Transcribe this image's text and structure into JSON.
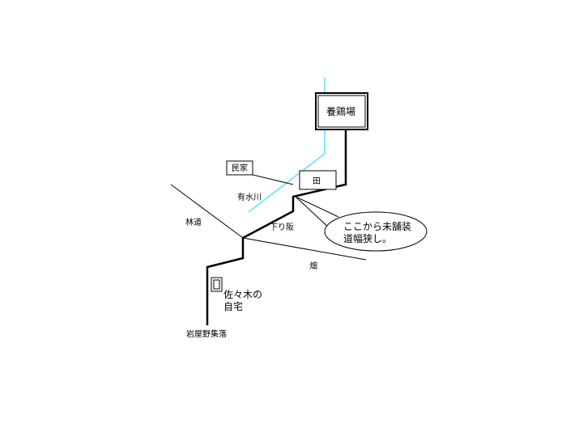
{
  "labels": {
    "chicken_farm": "養鶏場",
    "house": "民家",
    "rice_field": "田",
    "river": "有水川",
    "forest_road": "林道",
    "downhill": "下り阪",
    "callout_line1": "ここから未舗装",
    "callout_line2": "道幅狭し。",
    "field": "畑",
    "sasaki_line1": "佐々木の",
    "sasaki_line2": "自宅",
    "iwaya": "岩屋野集落"
  },
  "colors": {
    "river": "#80e8f8",
    "line": "#000000",
    "background": "#ffffff"
  }
}
